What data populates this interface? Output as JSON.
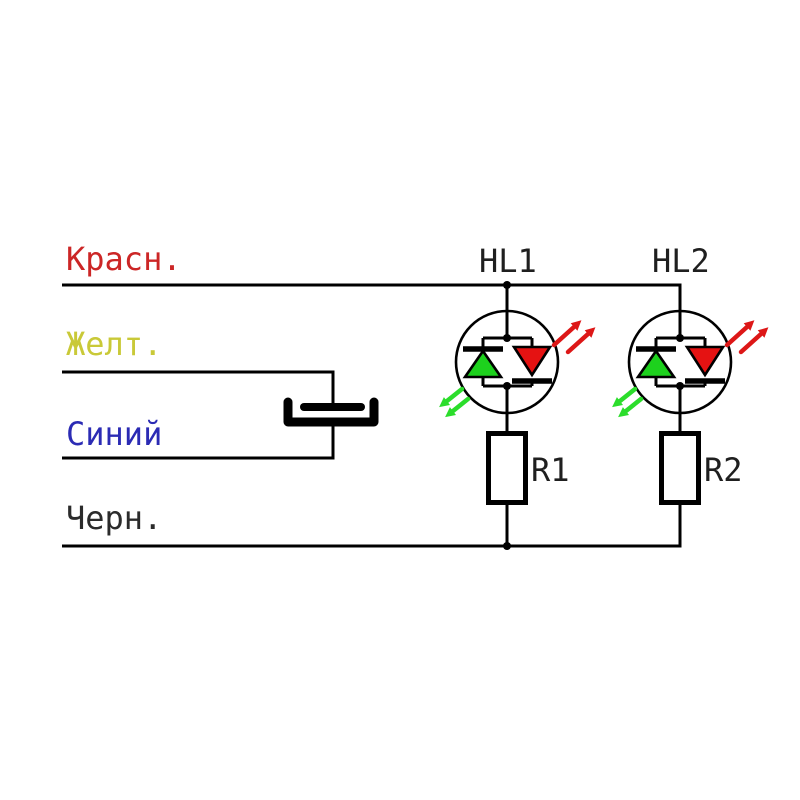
{
  "schematic": {
    "background": "#ffffff",
    "wires": [
      {
        "id": "red",
        "label": "Красн.",
        "label_color": "#cc2626"
      },
      {
        "id": "yellow",
        "label": "Желт.",
        "label_color": "#c9c938"
      },
      {
        "id": "blue",
        "label": "Синий",
        "label_color": "#2b2bb4"
      },
      {
        "id": "black",
        "label": "Черн.",
        "label_color": "#2b2b2b"
      }
    ],
    "leds": [
      {
        "ref": "HL1"
      },
      {
        "ref": "HL2"
      }
    ],
    "resistors": [
      {
        "ref": "R1"
      },
      {
        "ref": "R2"
      }
    ],
    "colors": {
      "wire": "#000000",
      "led_green": "#1dd11d",
      "led_red": "#e51212",
      "arrow_green": "#2bdd2b",
      "arrow_red": "#dd1717",
      "component_text": "#1f1f1f"
    }
  }
}
